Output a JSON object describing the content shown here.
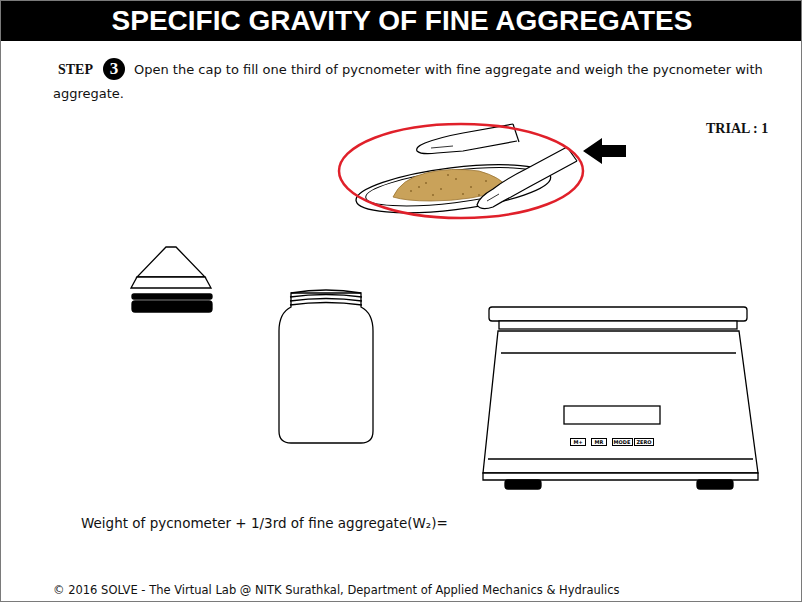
{
  "diagram": {
    "title": "SPECIFIC GRAVITY OF FINE AGGREGATES",
    "caption": "© 2016 SOLVE - The Virtual Lab @ NITK Surathkal, Department of Applied Mechanics & Hydraulics",
    "nodes": [
      {
        "text": [
          "3"
        ]
      },
      {
        "text": [
          "M+"
        ]
      },
      {
        "text": [
          "MR"
        ]
      },
      {
        "text": [
          "MODE"
        ]
      },
      {
        "text": [
          "ZERO"
        ]
      }
    ],
    "labels": [
      "STEP",
      "Open the cap to fill one third of pycnometer with fine aggregate and weigh the pycnometer with aggregate.",
      "TRIAL : 1",
      "Weight of pycnometer + 1/3rd of fine aggregate(W₂)="
    ]
  }
}
